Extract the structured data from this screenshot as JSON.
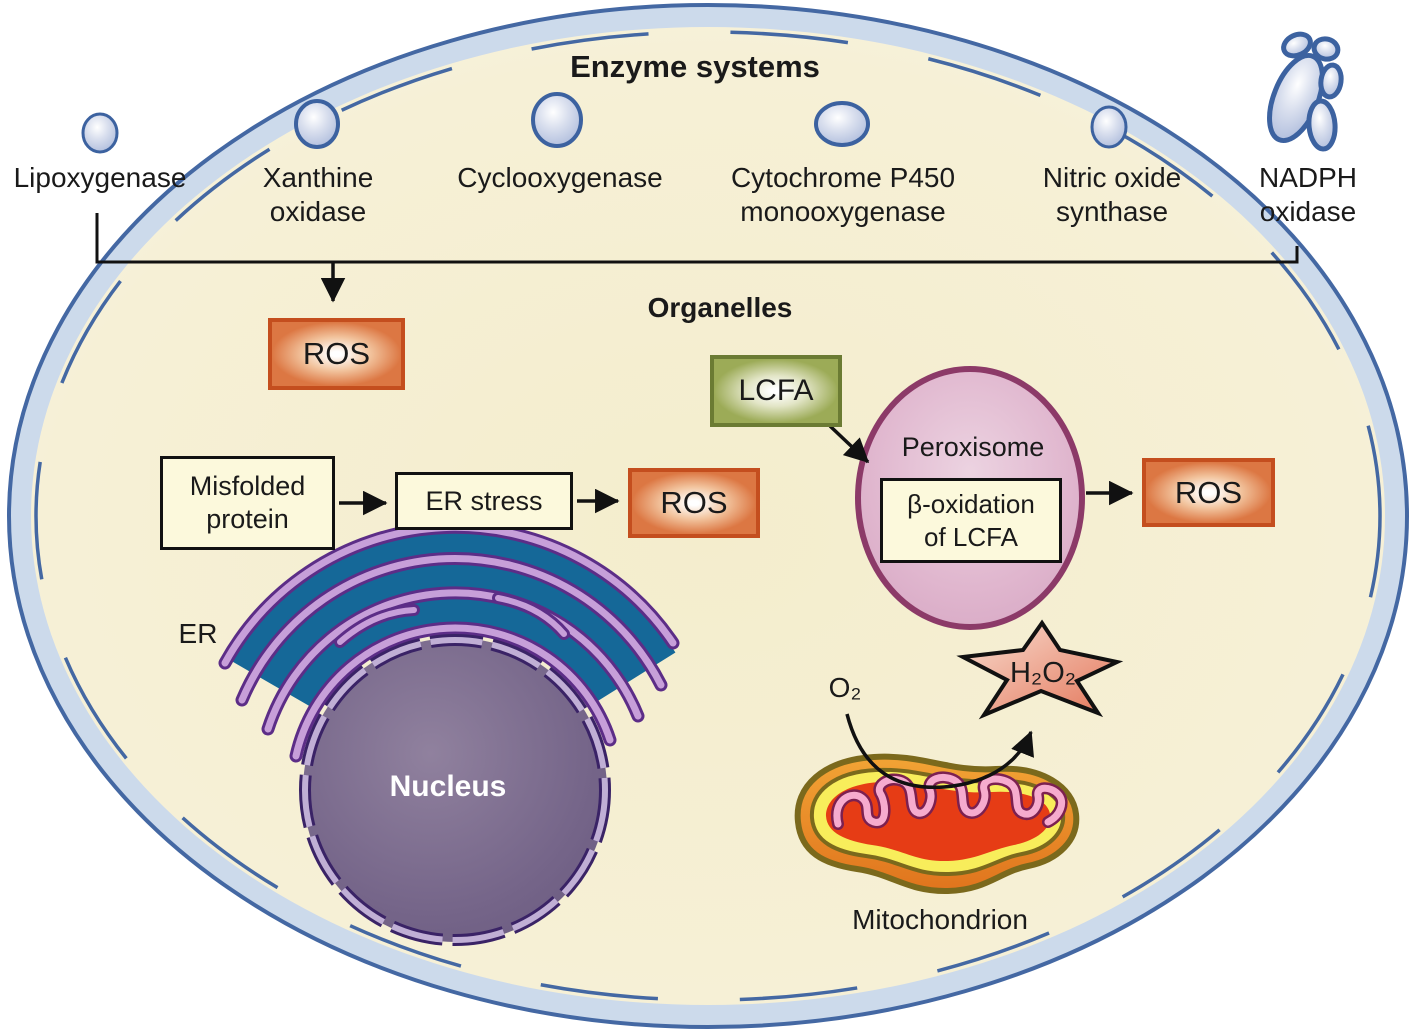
{
  "figure": {
    "title": "Enzyme systems",
    "organelles_title": "Organelles"
  },
  "enzymes": [
    {
      "name": "Lipoxygenase"
    },
    {
      "name": "Xanthine\noxidase"
    },
    {
      "name": "Cyclooxygenase"
    },
    {
      "name": "Cytochrome P450\nmonooxygenase"
    },
    {
      "name": "Nitric oxide\nsynthase"
    },
    {
      "name": "NADPH\noxidase"
    }
  ],
  "boxes": {
    "ros_enzymes": "ROS",
    "ros_er": "ROS",
    "ros_peroxisome": "ROS",
    "lcfa": "LCFA",
    "misfolded_protein": "Misfolded\nprotein",
    "er_stress": "ER stress",
    "beta_oxidation": "β-oxidation\nof LCFA"
  },
  "organelle_labels": {
    "er": "ER",
    "nucleus": "Nucleus",
    "peroxisome": "Peroxisome",
    "mitochondrion": "Mitochondrion"
  },
  "molecules": {
    "o2": "O₂",
    "h2o2": "H₂O₂"
  },
  "colors": {
    "membrane_stroke": "#4468a3",
    "membrane_band": "#ccdaeb",
    "cytoplasm": "#f5efd2",
    "ros_border": "#c44e1e",
    "ros_fill": "#dc7743",
    "lcfa_border": "#6b7b33",
    "lcfa_fill": "#9cab57",
    "cream_box": "#fcf9dc",
    "nucleus": "#6b5b80",
    "er_teal": "#156898",
    "er_ribbon": "#c79fd9",
    "peroxisome": "#dfb3cc",
    "star": "#e4775b",
    "mitochondrion": "#e0741d"
  }
}
